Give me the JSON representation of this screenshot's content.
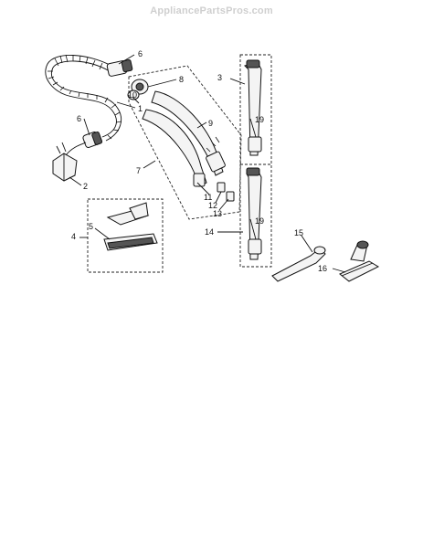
{
  "watermark": "AppliancePartsPros.com",
  "callouts": [
    {
      "id": "c1",
      "text": "1"
    },
    {
      "id": "c2",
      "text": "2"
    },
    {
      "id": "c3",
      "text": "3"
    },
    {
      "id": "c4",
      "text": "4"
    },
    {
      "id": "c5",
      "text": "5"
    },
    {
      "id": "c6a",
      "text": "6"
    },
    {
      "id": "c6b",
      "text": "6"
    },
    {
      "id": "c7",
      "text": "7"
    },
    {
      "id": "c8",
      "text": "8"
    },
    {
      "id": "c9",
      "text": "9"
    },
    {
      "id": "c10",
      "text": "10"
    },
    {
      "id": "c11",
      "text": "11"
    },
    {
      "id": "c12",
      "text": "12"
    },
    {
      "id": "c13",
      "text": "13"
    },
    {
      "id": "c14",
      "text": "14"
    },
    {
      "id": "c15",
      "text": "15"
    },
    {
      "id": "c16",
      "text": "16"
    },
    {
      "id": "c19a",
      "text": "19"
    },
    {
      "id": "c19b",
      "text": "19"
    }
  ]
}
